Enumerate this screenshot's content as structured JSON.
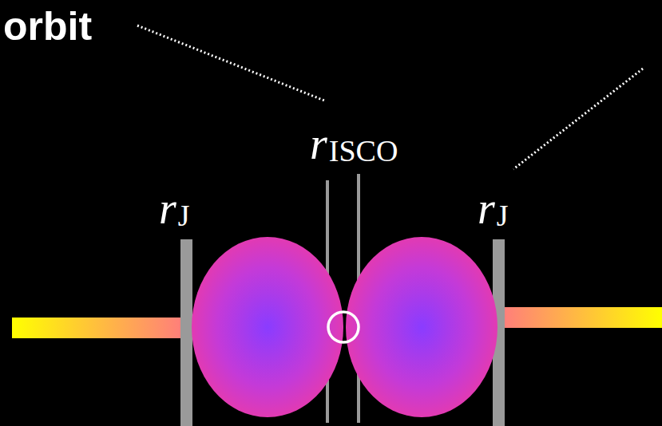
{
  "diagram": {
    "labels": [
      "orbit",
      "r",
      "ISCO",
      "r",
      "J",
      "r",
      "J"
    ]
  }
}
